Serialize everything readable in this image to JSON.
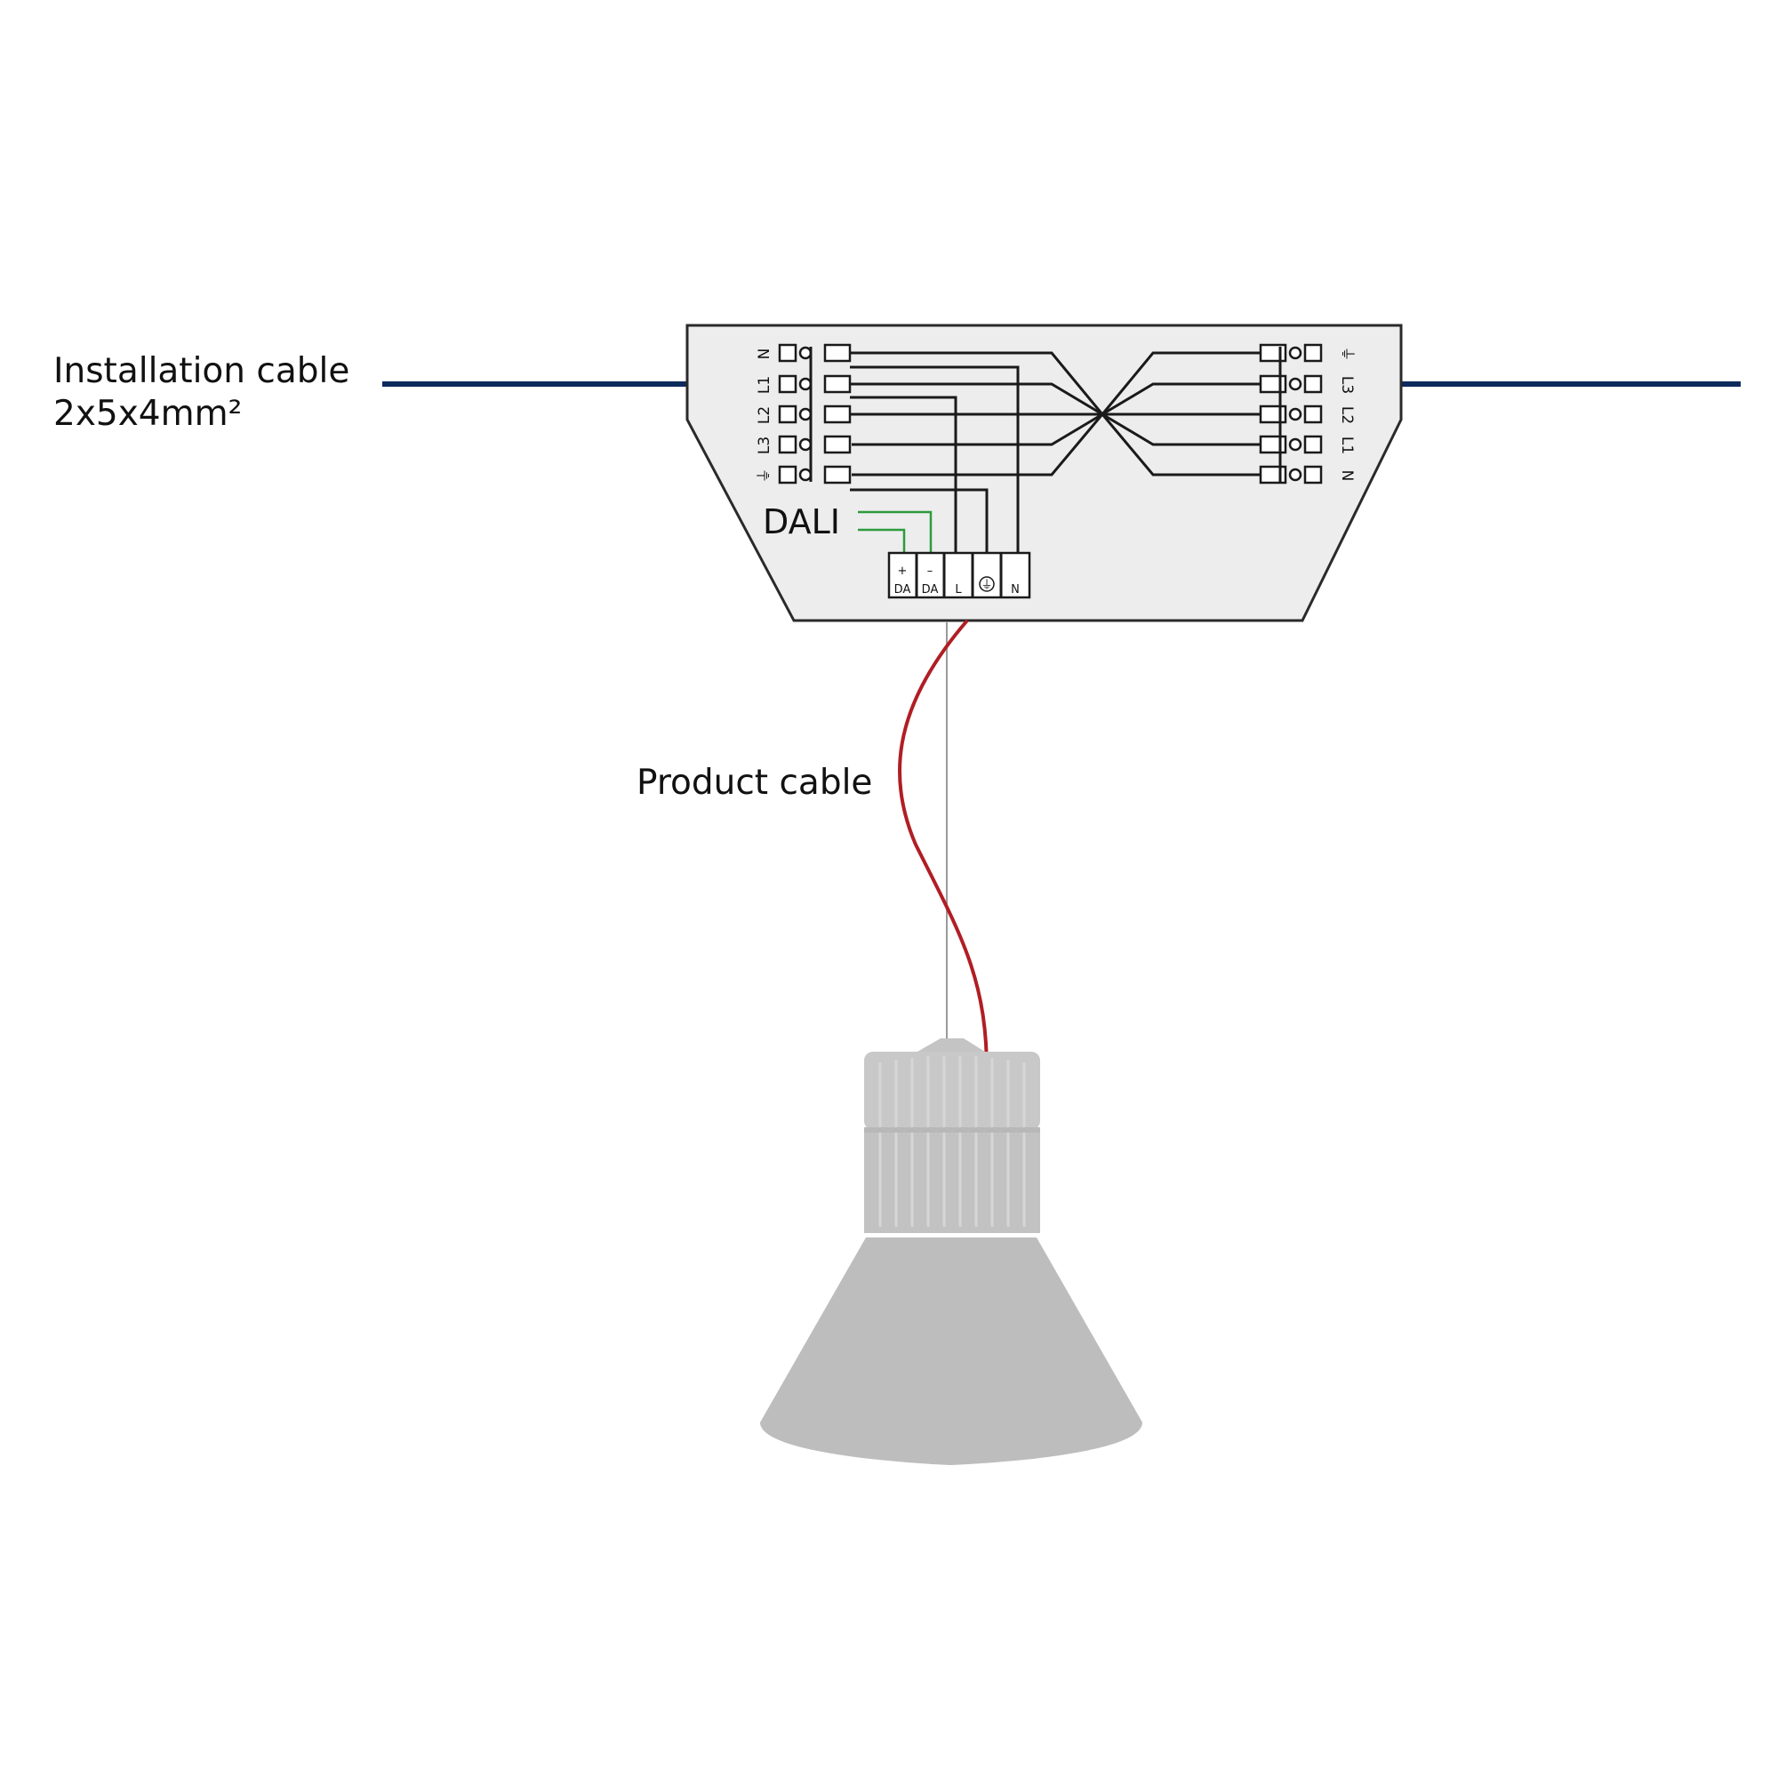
{
  "labels": {
    "installation_line1": "Installation cable",
    "installation_line2": "2x5x4mm²",
    "product_cable": "Product cable",
    "dali": "DALI"
  },
  "left_terminals": [
    "N",
    "L1",
    "L2",
    "L3",
    "⏚"
  ],
  "right_terminals": [
    "⏚",
    "L3",
    "L2",
    "L1",
    "N"
  ],
  "bottom_block": [
    {
      "top": "+",
      "bottom": "DA"
    },
    {
      "top": "–",
      "bottom": "DA"
    },
    {
      "top": "",
      "bottom": "L"
    },
    {
      "top": "",
      "bottom": "⏚"
    },
    {
      "top": "",
      "bottom": "N"
    }
  ],
  "colors": {
    "installation_cable": "#0d2a5c",
    "product_cable": "#b01e24",
    "dali_wires": "#2e9a3c",
    "box_fill": "#ededee",
    "luminaire": "#bdbdbd"
  }
}
